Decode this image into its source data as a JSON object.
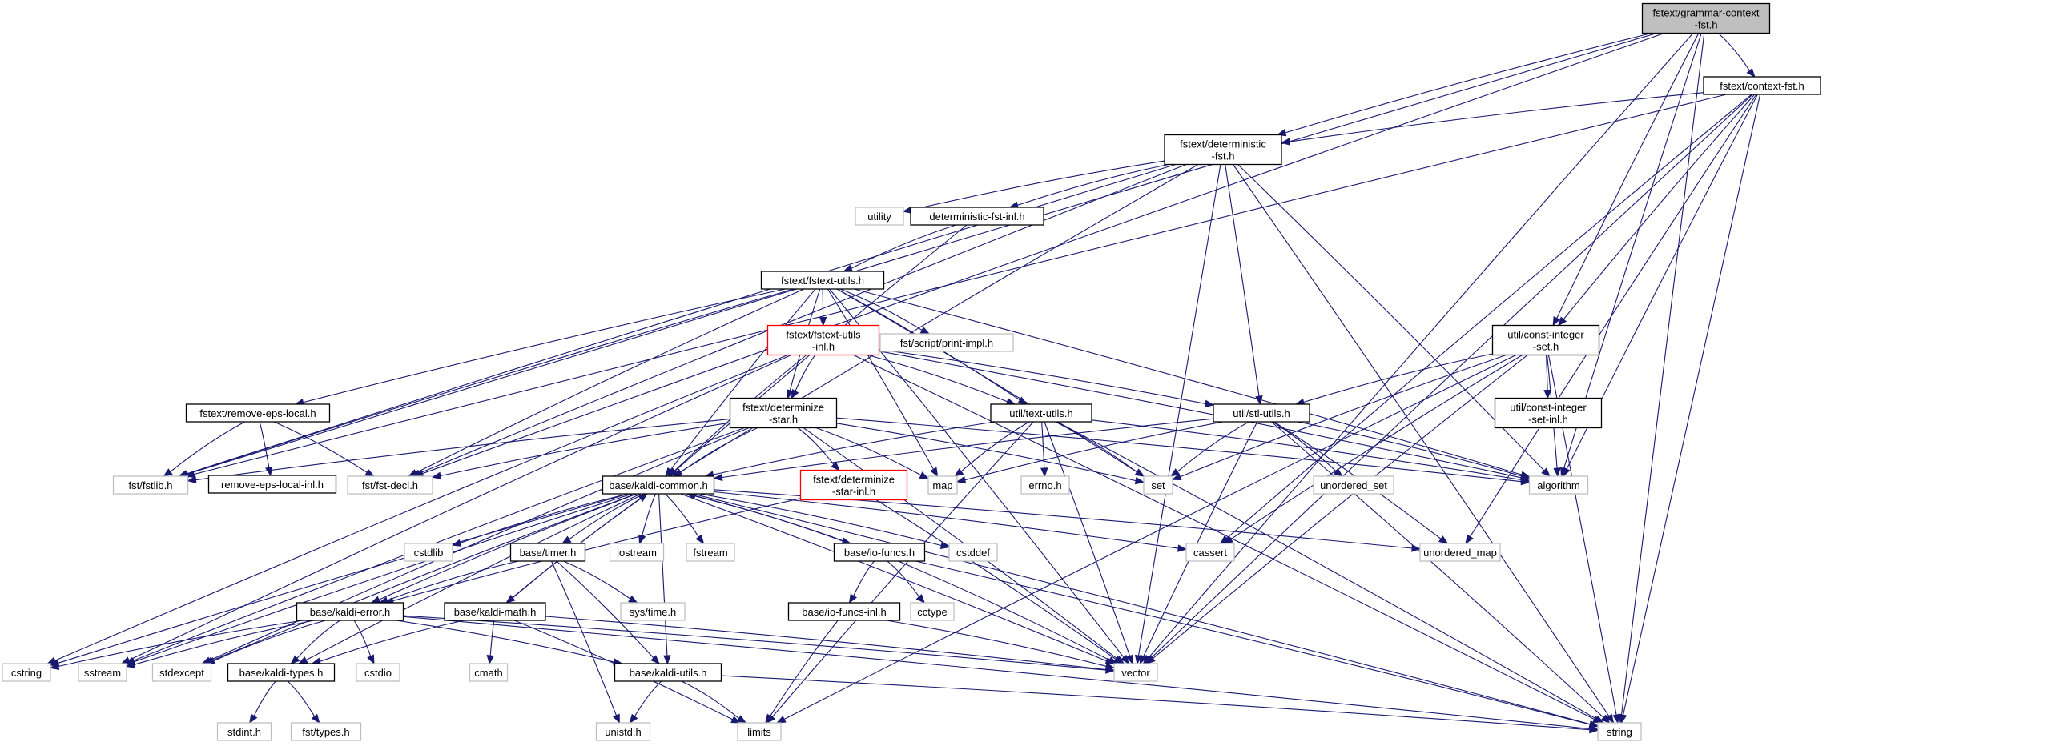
{
  "colors": {
    "edge": "#191970",
    "root_fill": "#bfbfbf",
    "root_border": "#000000",
    "file_border": "#000000",
    "system_border": "#bfbfbf",
    "truncated_border": "#ff0000",
    "node_fill": "#ffffff",
    "system_text": "#000000"
  },
  "nodes": [
    {
      "id": "root",
      "kind": "root",
      "lines": [
        "fstext/grammar-context",
        "-fst.h"
      ]
    },
    {
      "id": "contextfst",
      "kind": "file",
      "lines": [
        "fstext/context-fst.h"
      ]
    },
    {
      "id": "detfst",
      "kind": "file",
      "lines": [
        "fstext/deterministic",
        "-fst.h"
      ]
    },
    {
      "id": "utility",
      "kind": "system",
      "lines": [
        "utility"
      ]
    },
    {
      "id": "detfstinl",
      "kind": "file",
      "lines": [
        "deterministic-fst-inl.h"
      ]
    },
    {
      "id": "fstextutils",
      "kind": "file",
      "lines": [
        "fstext/fstext-utils.h"
      ]
    },
    {
      "id": "fstextutilsinl",
      "kind": "truncated",
      "lines": [
        "fstext/fstext-utils",
        "-inl.h"
      ]
    },
    {
      "id": "printimpl",
      "kind": "system",
      "lines": [
        "fst/script/print-impl.h"
      ]
    },
    {
      "id": "constintset",
      "kind": "file",
      "lines": [
        "util/const-integer",
        "-set.h"
      ]
    },
    {
      "id": "constintsetinl",
      "kind": "file",
      "lines": [
        "util/const-integer",
        "-set-inl.h"
      ]
    },
    {
      "id": "removeeps",
      "kind": "file",
      "lines": [
        "fstext/remove-eps-local.h"
      ]
    },
    {
      "id": "removeepsinl",
      "kind": "file",
      "lines": [
        "remove-eps-local-inl.h"
      ]
    },
    {
      "id": "detstar",
      "kind": "file",
      "lines": [
        "fstext/determinize",
        "-star.h"
      ]
    },
    {
      "id": "textutils",
      "kind": "file",
      "lines": [
        "util/text-utils.h"
      ]
    },
    {
      "id": "stlutils",
      "kind": "file",
      "lines": [
        "util/stl-utils.h"
      ]
    },
    {
      "id": "fstlib",
      "kind": "system",
      "lines": [
        "fst/fstlib.h"
      ]
    },
    {
      "id": "fstdecl",
      "kind": "system",
      "lines": [
        "fst/fst-decl.h"
      ]
    },
    {
      "id": "kaldicommon",
      "kind": "file",
      "lines": [
        "base/kaldi-common.h"
      ]
    },
    {
      "id": "detstarinl",
      "kind": "truncated",
      "lines": [
        "fstext/determinize",
        "-star-inl.h"
      ]
    },
    {
      "id": "map",
      "kind": "system",
      "lines": [
        "map"
      ]
    },
    {
      "id": "errno",
      "kind": "system",
      "lines": [
        "errno.h"
      ]
    },
    {
      "id": "set",
      "kind": "system",
      "lines": [
        "set"
      ]
    },
    {
      "id": "unordset",
      "kind": "system",
      "lines": [
        "unordered_set"
      ]
    },
    {
      "id": "algorithm",
      "kind": "system",
      "lines": [
        "algorithm"
      ]
    },
    {
      "id": "cstdlib",
      "kind": "system",
      "lines": [
        "cstdlib"
      ]
    },
    {
      "id": "timer",
      "kind": "file",
      "lines": [
        "base/timer.h"
      ]
    },
    {
      "id": "iostream",
      "kind": "system",
      "lines": [
        "iostream"
      ]
    },
    {
      "id": "fstream",
      "kind": "system",
      "lines": [
        "fstream"
      ]
    },
    {
      "id": "iofuncs",
      "kind": "file",
      "lines": [
        "base/io-funcs.h"
      ]
    },
    {
      "id": "cstddef",
      "kind": "system",
      "lines": [
        "cstddef"
      ]
    },
    {
      "id": "cassert",
      "kind": "system",
      "lines": [
        "cassert"
      ]
    },
    {
      "id": "unordmap",
      "kind": "system",
      "lines": [
        "unordered_map"
      ]
    },
    {
      "id": "systime",
      "kind": "system",
      "lines": [
        "sys/time.h"
      ]
    },
    {
      "id": "kaldierror",
      "kind": "file",
      "lines": [
        "base/kaldi-error.h"
      ]
    },
    {
      "id": "kaldimath",
      "kind": "file",
      "lines": [
        "base/kaldi-math.h"
      ]
    },
    {
      "id": "cctype",
      "kind": "system",
      "lines": [
        "cctype"
      ]
    },
    {
      "id": "iofuncsinl",
      "kind": "file",
      "lines": [
        "base/io-funcs-inl.h"
      ]
    },
    {
      "id": "cstring",
      "kind": "system",
      "lines": [
        "cstring"
      ]
    },
    {
      "id": "sstream",
      "kind": "system",
      "lines": [
        "sstream"
      ]
    },
    {
      "id": "stdexcept",
      "kind": "system",
      "lines": [
        "stdexcept"
      ]
    },
    {
      "id": "kalditypes",
      "kind": "file",
      "lines": [
        "base/kaldi-types.h"
      ]
    },
    {
      "id": "cstdio",
      "kind": "system",
      "lines": [
        "cstdio"
      ]
    },
    {
      "id": "cmath",
      "kind": "system",
      "lines": [
        "cmath"
      ]
    },
    {
      "id": "kaldiutils",
      "kind": "file",
      "lines": [
        "base/kaldi-utils.h"
      ]
    },
    {
      "id": "vector",
      "kind": "system",
      "lines": [
        "vector"
      ]
    },
    {
      "id": "stdint",
      "kind": "system",
      "lines": [
        "stdint.h"
      ]
    },
    {
      "id": "fsttypes",
      "kind": "system",
      "lines": [
        "fst/types.h"
      ]
    },
    {
      "id": "unistd",
      "kind": "system",
      "lines": [
        "unistd.h"
      ]
    },
    {
      "id": "limits",
      "kind": "system",
      "lines": [
        "limits"
      ]
    },
    {
      "id": "string",
      "kind": "system",
      "lines": [
        "string"
      ]
    }
  ],
  "edges": [
    [
      "root",
      "contextfst"
    ],
    [
      "root",
      "detfst"
    ],
    [
      "root",
      "constintset"
    ],
    [
      "root",
      "fstlib"
    ],
    [
      "root",
      "fstdecl"
    ],
    [
      "root",
      "algorithm"
    ],
    [
      "root",
      "vector"
    ],
    [
      "root",
      "string"
    ],
    [
      "contextfst",
      "detfst"
    ],
    [
      "contextfst",
      "fstlib"
    ],
    [
      "contextfst",
      "constintset"
    ],
    [
      "contextfst",
      "algorithm"
    ],
    [
      "contextfst",
      "unordmap"
    ],
    [
      "contextfst",
      "vector"
    ],
    [
      "contextfst",
      "string"
    ],
    [
      "contextfst",
      "cassert"
    ],
    [
      "detfst",
      "utility"
    ],
    [
      "detfst",
      "detfstinl"
    ],
    [
      "detfst",
      "fstlib"
    ],
    [
      "detfst",
      "fstdecl"
    ],
    [
      "detfst",
      "kaldicommon"
    ],
    [
      "detfst",
      "stlutils"
    ],
    [
      "detfst",
      "algorithm"
    ],
    [
      "detfst",
      "vector"
    ],
    [
      "detfst",
      "string"
    ],
    [
      "detfstinl",
      "fstextutils"
    ],
    [
      "detfstinl",
      "kaldicommon"
    ],
    [
      "fstextutils",
      "fstextutilsinl"
    ],
    [
      "fstextutils",
      "printimpl"
    ],
    [
      "fstextutils",
      "removeeps"
    ],
    [
      "fstextutils",
      "detstar"
    ],
    [
      "fstextutils",
      "textutils"
    ],
    [
      "fstextutils",
      "fstlib"
    ],
    [
      "fstextutils",
      "fstdecl"
    ],
    [
      "fstextutils",
      "map"
    ],
    [
      "fstextutils",
      "set"
    ],
    [
      "fstextutils",
      "algorithm"
    ],
    [
      "fstextutils",
      "vector"
    ],
    [
      "fstextutils",
      "kaldicommon"
    ],
    [
      "fstextutilsinl",
      "detstar"
    ],
    [
      "fstextutilsinl",
      "textutils"
    ],
    [
      "fstextutilsinl",
      "stlutils"
    ],
    [
      "fstextutilsinl",
      "kaldicommon"
    ],
    [
      "fstextutilsinl",
      "string"
    ],
    [
      "fstextutilsinl",
      "algorithm"
    ],
    [
      "fstextutilsinl",
      "cstring"
    ],
    [
      "fstextutilsinl",
      "sstream"
    ],
    [
      "constintset",
      "constintsetinl"
    ],
    [
      "constintset",
      "stlutils"
    ],
    [
      "constintset",
      "set"
    ],
    [
      "constintset",
      "algorithm"
    ],
    [
      "constintset",
      "vector"
    ],
    [
      "constintset",
      "limits"
    ],
    [
      "constintset",
      "string"
    ],
    [
      "constintset",
      "cassert"
    ],
    [
      "removeeps",
      "removeepsinl"
    ],
    [
      "removeeps",
      "fstlib"
    ],
    [
      "removeeps",
      "fstdecl"
    ],
    [
      "detstar",
      "detstarinl"
    ],
    [
      "detstar",
      "fstlib"
    ],
    [
      "detstar",
      "fstdecl"
    ],
    [
      "detstar",
      "map"
    ],
    [
      "detstar",
      "set"
    ],
    [
      "detstar",
      "algorithm"
    ],
    [
      "detstar",
      "vector"
    ],
    [
      "detstar",
      "kaldicommon"
    ],
    [
      "detstar",
      "stdexcept"
    ],
    [
      "detstar",
      "sstream"
    ],
    [
      "textutils",
      "map"
    ],
    [
      "textutils",
      "errno"
    ],
    [
      "textutils",
      "set"
    ],
    [
      "textutils",
      "algorithm"
    ],
    [
      "textutils",
      "limits"
    ],
    [
      "textutils",
      "kaldicommon"
    ],
    [
      "textutils",
      "vector"
    ],
    [
      "textutils",
      "string"
    ],
    [
      "stlutils",
      "map"
    ],
    [
      "stlutils",
      "set"
    ],
    [
      "stlutils",
      "unordset"
    ],
    [
      "stlutils",
      "algorithm"
    ],
    [
      "stlutils",
      "unordmap"
    ],
    [
      "stlutils",
      "vector"
    ],
    [
      "stlutils",
      "string"
    ],
    [
      "stlutils",
      "kaldicommon"
    ],
    [
      "detstarinl",
      "kaldierror"
    ],
    [
      "detstarinl",
      "vector"
    ],
    [
      "kaldicommon",
      "cstdlib"
    ],
    [
      "kaldicommon",
      "timer"
    ],
    [
      "kaldicommon",
      "iostream"
    ],
    [
      "kaldicommon",
      "fstream"
    ],
    [
      "kaldicommon",
      "iofuncs"
    ],
    [
      "kaldicommon",
      "cstddef"
    ],
    [
      "kaldicommon",
      "cassert"
    ],
    [
      "kaldicommon",
      "unordmap"
    ],
    [
      "kaldicommon",
      "kaldierror"
    ],
    [
      "kaldicommon",
      "kaldimath"
    ],
    [
      "kaldicommon",
      "kaldiutils"
    ],
    [
      "kaldicommon",
      "kalditypes"
    ],
    [
      "kaldicommon",
      "cstring"
    ],
    [
      "kaldicommon",
      "sstream"
    ],
    [
      "kaldicommon",
      "stdexcept"
    ],
    [
      "kaldicommon",
      "vector"
    ],
    [
      "kaldicommon",
      "string"
    ],
    [
      "timer",
      "kaldierror"
    ],
    [
      "timer",
      "systime"
    ],
    [
      "timer",
      "kaldiutils"
    ],
    [
      "timer",
      "unistd"
    ],
    [
      "iofuncs",
      "kaldicommon"
    ],
    [
      "iofuncs",
      "iofuncsinl"
    ],
    [
      "iofuncs",
      "cctype"
    ],
    [
      "iofuncs",
      "vector"
    ],
    [
      "iofuncs",
      "string"
    ],
    [
      "kaldierror",
      "cstring"
    ],
    [
      "kaldierror",
      "sstream"
    ],
    [
      "kaldierror",
      "stdexcept"
    ],
    [
      "kaldierror",
      "kalditypes"
    ],
    [
      "kaldierror",
      "cstdio"
    ],
    [
      "kaldierror",
      "kaldiutils"
    ],
    [
      "kaldierror",
      "vector"
    ],
    [
      "kaldierror",
      "string"
    ],
    [
      "kaldimath",
      "kalditypes"
    ],
    [
      "kaldimath",
      "cmath"
    ],
    [
      "kaldimath",
      "limits"
    ],
    [
      "kaldimath",
      "vector"
    ],
    [
      "kaldimath",
      "kaldicommon"
    ],
    [
      "iofuncsinl",
      "limits"
    ],
    [
      "iofuncsinl",
      "vector"
    ],
    [
      "kalditypes",
      "stdint"
    ],
    [
      "kalditypes",
      "fsttypes"
    ],
    [
      "kaldiutils",
      "unistd"
    ],
    [
      "kaldiutils",
      "limits"
    ],
    [
      "kaldiutils",
      "string"
    ]
  ]
}
